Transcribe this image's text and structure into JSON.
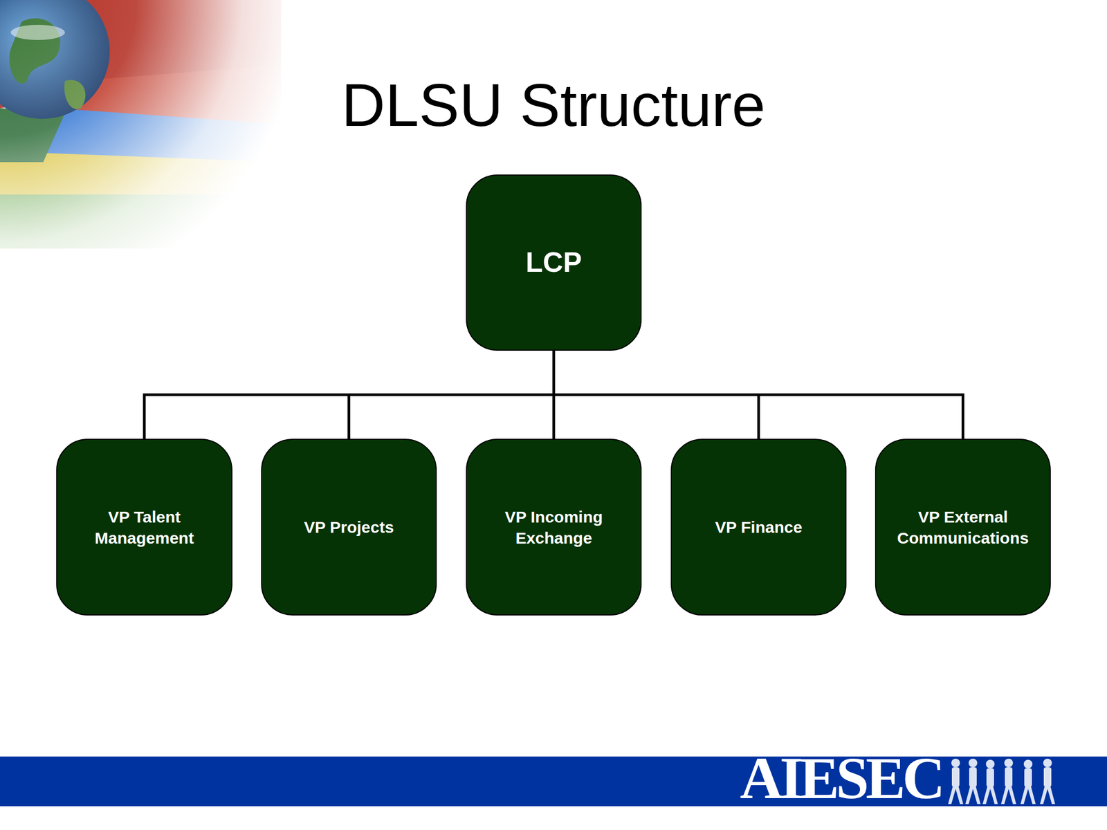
{
  "diagram": {
    "title": "DLSU Structure",
    "nodes": [
      {
        "text": [
          "LCP"
        ]
      },
      {
        "text": [
          "VP Talent Management"
        ]
      },
      {
        "text": [
          "VP Projects"
        ]
      },
      {
        "text": [
          "VP Incoming Exchange"
        ]
      },
      {
        "text": [
          "VP Finance"
        ]
      },
      {
        "text": [
          "VP External Communications"
        ]
      }
    ],
    "edges": [
      {
        "from": 0,
        "to": 1,
        "arrow": "none"
      },
      {
        "from": 0,
        "to": 2,
        "arrow": "none"
      },
      {
        "from": 0,
        "to": 3,
        "arrow": "none"
      },
      {
        "from": 0,
        "to": 4,
        "arrow": "none"
      },
      {
        "from": 0,
        "to": 5,
        "arrow": "none"
      }
    ],
    "labels": [
      "AIESEC"
    ]
  }
}
